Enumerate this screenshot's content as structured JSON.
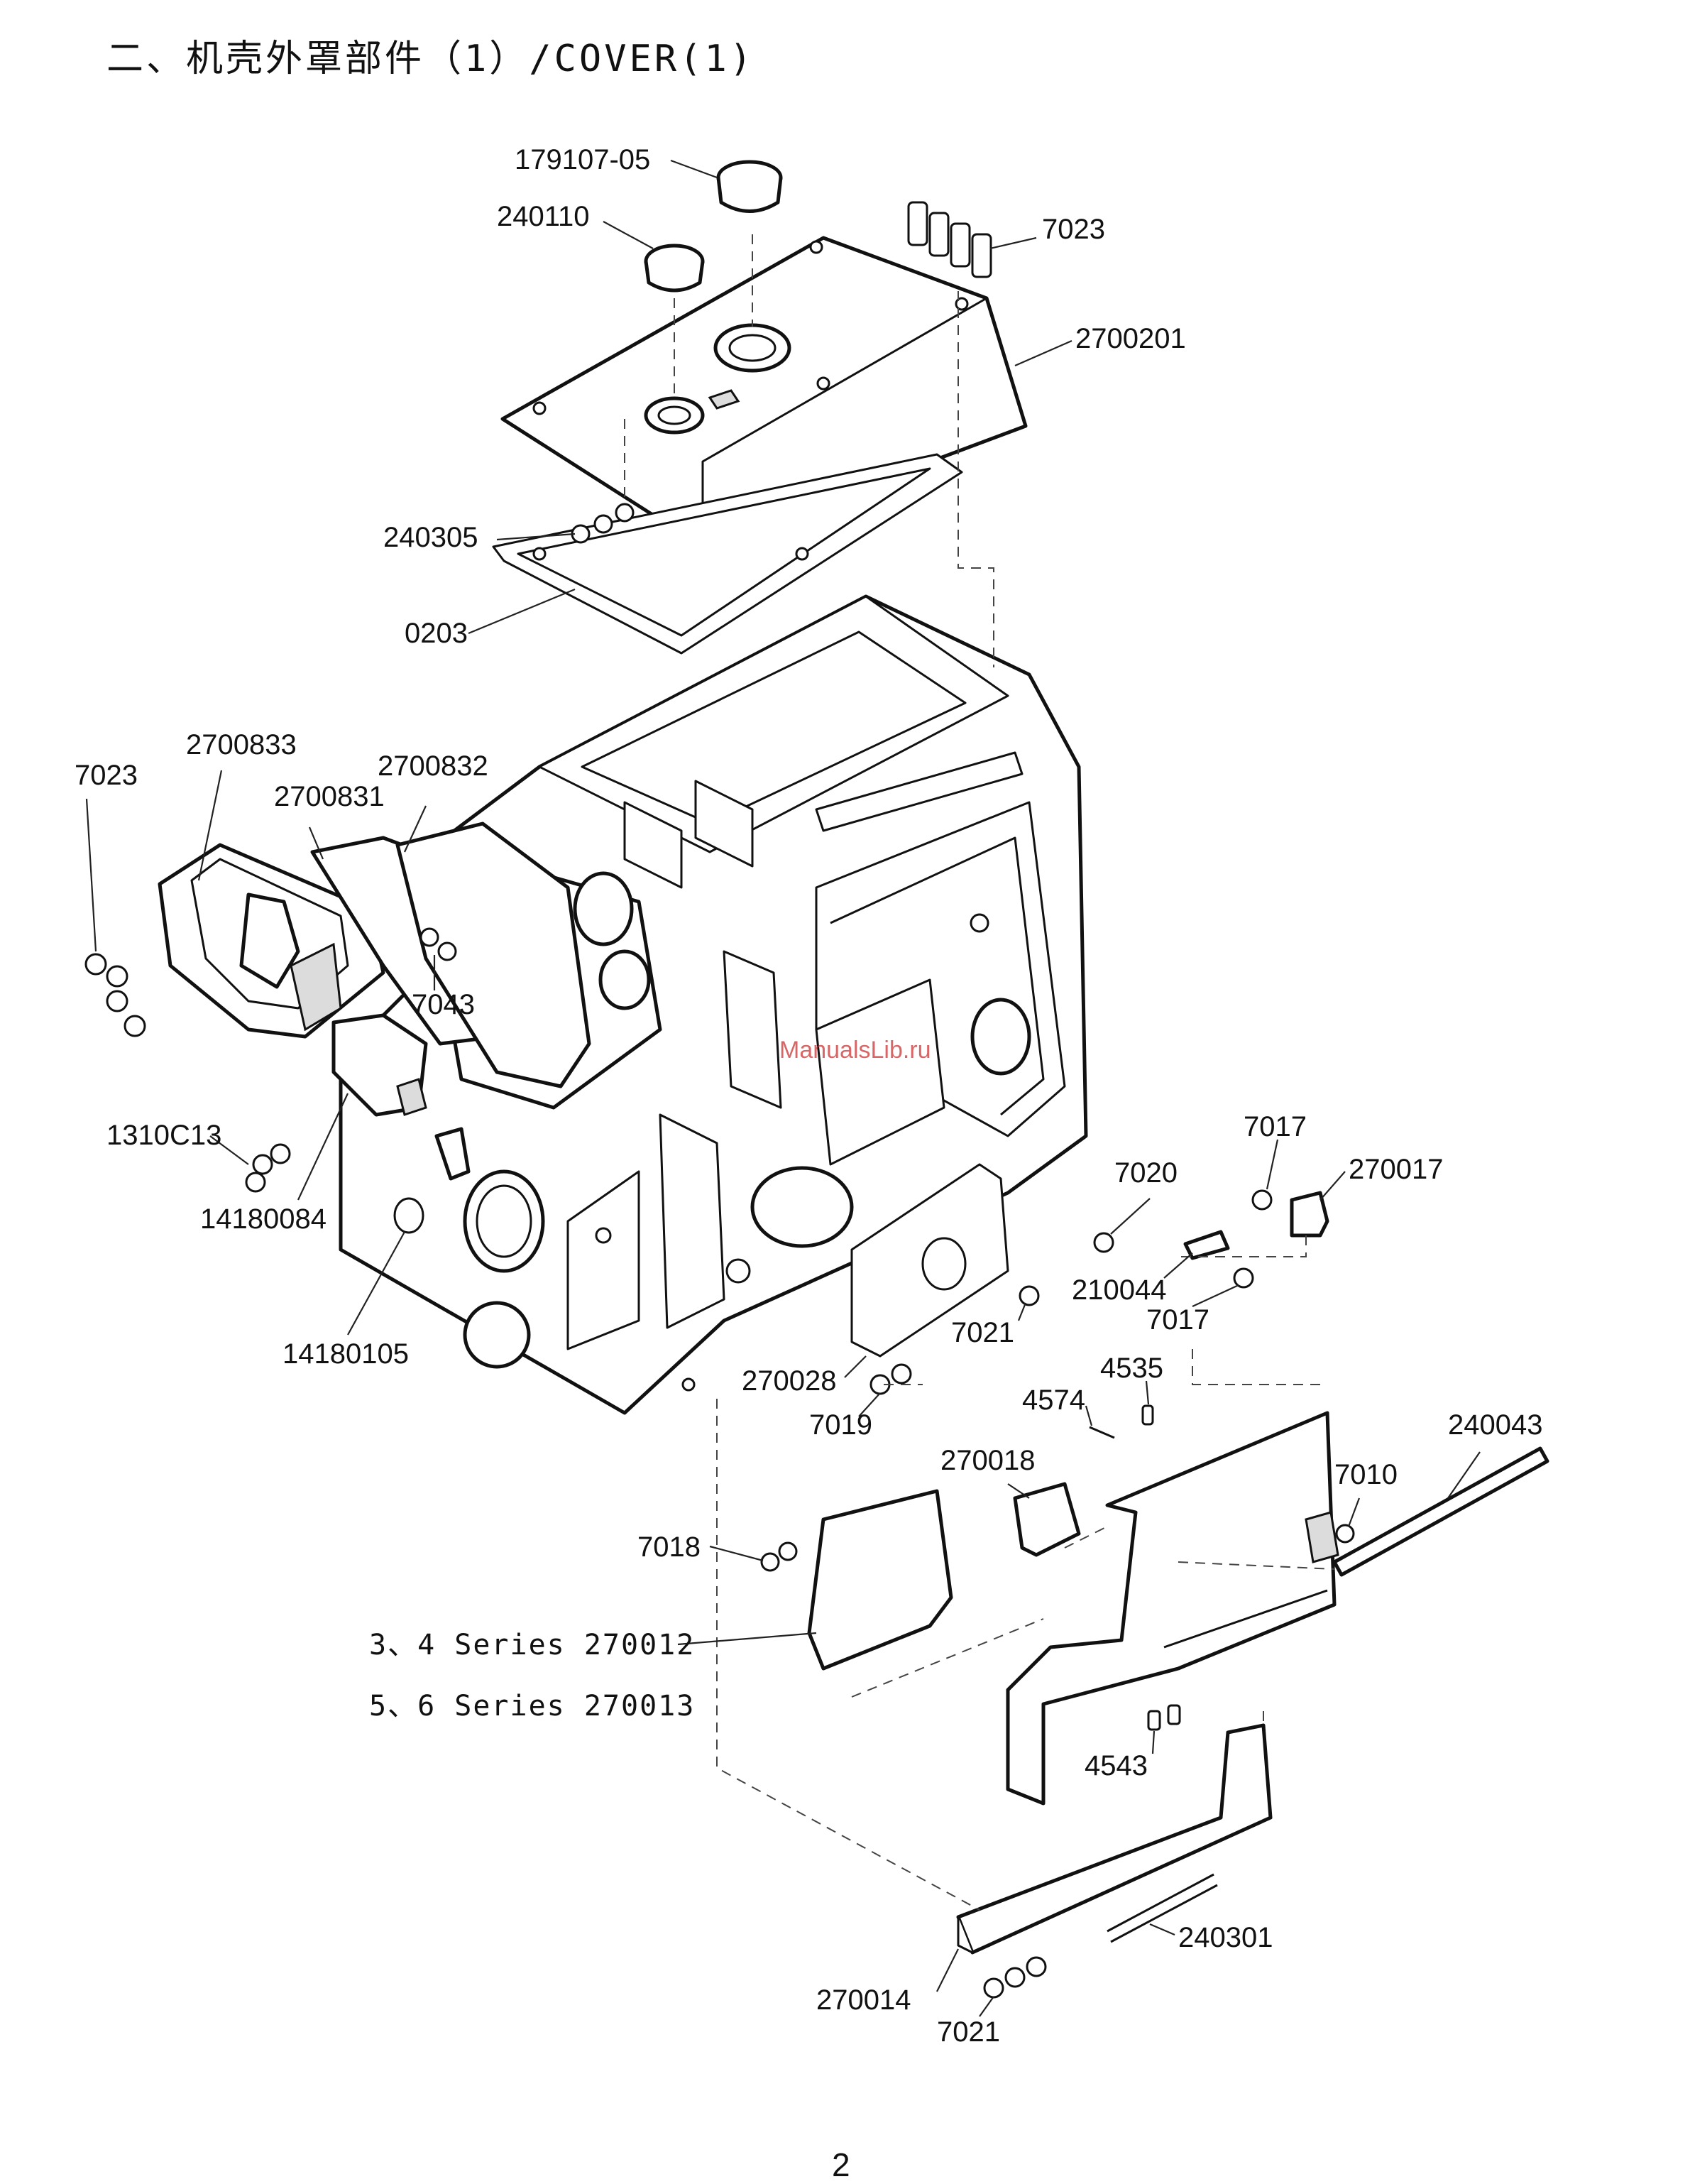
{
  "title": "二、机壳外罩部件（1）/COVER(1)",
  "page_number": "2",
  "watermark": "ManualsLib.ru",
  "part_labels": {
    "p179107_05": "179107-05",
    "p240110": "240110",
    "p7023_top": "7023",
    "p2700201": "2700201",
    "p240305": "240305",
    "p0203": "0203",
    "p7023_left": "7023",
    "p2700833": "2700833",
    "p2700832": "2700832",
    "p2700831": "2700831",
    "p7043": "7043",
    "p1310C13": "1310C13",
    "p14180084": "14180084",
    "p14180105": "14180105",
    "p7020": "7020",
    "p7017_a": "7017",
    "p270017": "270017",
    "p210044": "210044",
    "p7017_b": "7017",
    "p7021_mid": "7021",
    "p270028": "270028",
    "p7019": "7019",
    "p4535": "4535",
    "p4574": "4574",
    "p240043": "240043",
    "p270018": "270018",
    "p7010": "7010",
    "p7018": "7018",
    "p4543": "4543",
    "p240301": "240301",
    "p270014": "270014",
    "p7021_bottom": "7021"
  },
  "series_notes": [
    "3、4 Series 270012",
    "5、6 Series 270013"
  ]
}
